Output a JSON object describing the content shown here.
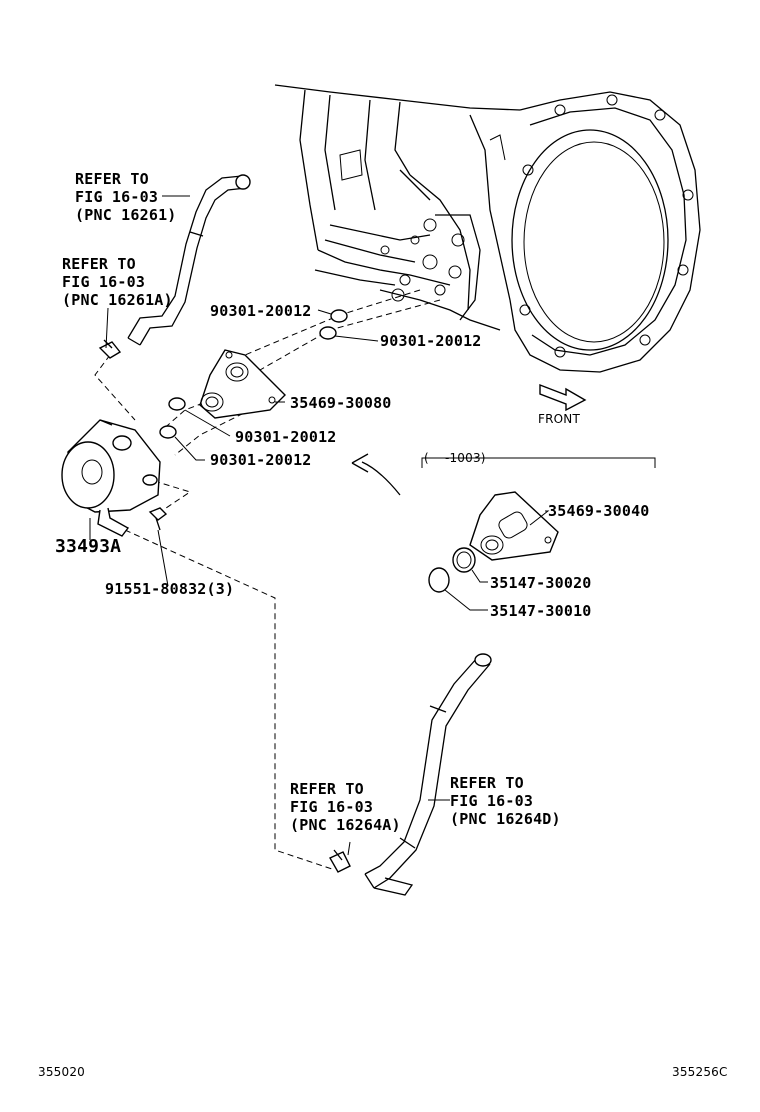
{
  "labels": {
    "refer_top_1": "REFER TO",
    "refer_top_2": "FIG 16-03",
    "refer_top_3": "(PNC 16261)",
    "refer_mid_1": "REFER TO",
    "refer_mid_2": "FIG 16-03",
    "refer_mid_3": "(PNC 16261A)",
    "part_90301_a": "90301-20012",
    "part_90301_b": "90301-20012",
    "part_35469_30080": "35469-30080",
    "part_90301_c": "90301-20012",
    "part_90301_d": "90301-20012",
    "part_33493A": "33493A",
    "part_91551": "91551-80832(3)",
    "front": "FRONT",
    "range_note": "(    -1003)",
    "part_35469_30040": "35469-30040",
    "part_35147_30020": "35147-30020",
    "part_35147_30010": "35147-30010",
    "refer_low_left_1": "REFER TO",
    "refer_low_left_2": "FIG 16-03",
    "refer_low_left_3": "(PNC 16264A)",
    "refer_low_right_1": "REFER TO",
    "refer_low_right_2": "FIG 16-03",
    "refer_low_right_3": "(PNC 16264D)",
    "footer_left": "355020",
    "footer_right": "355256C"
  }
}
